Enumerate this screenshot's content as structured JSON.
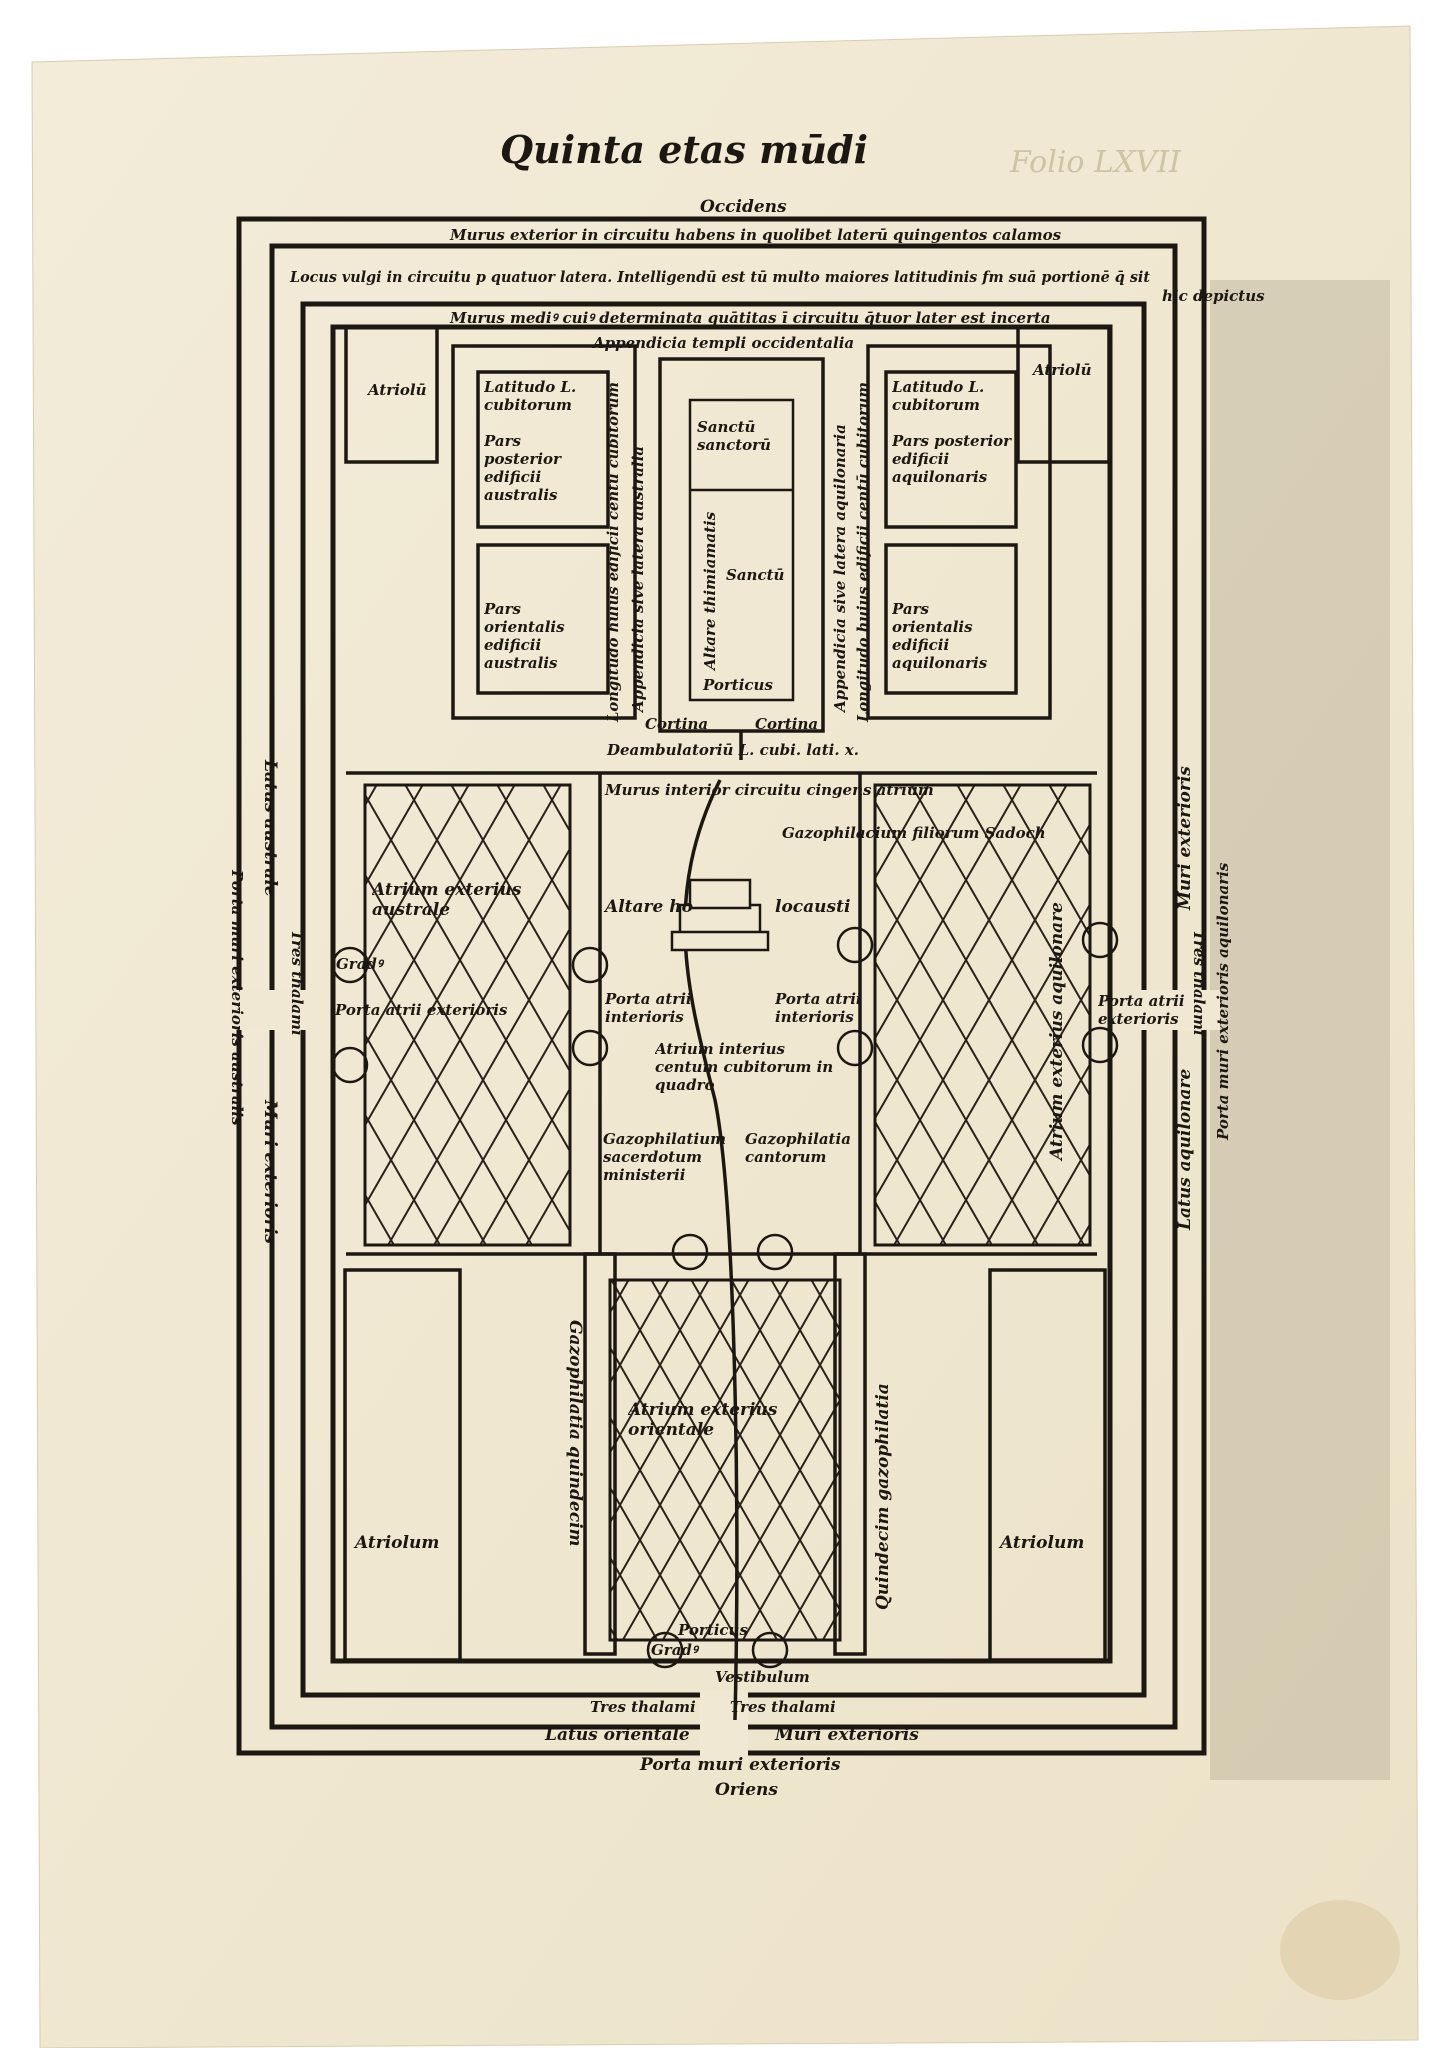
{
  "page": {
    "title": "Quinta etas mūdi",
    "folio_ghost": "Folio LXVII",
    "paper_color": "#f1ead6",
    "ink_color": "#1d1712",
    "rubric_color": "#b0372a"
  },
  "plan": {
    "top": {
      "west": "Occidens",
      "outer_wall": "Murus exterior in circuitu habens in quolibet laterū quingentos calamos",
      "court_of_people": "Locus vulgi in circuitu p quatuor latera.  Intelligendū est tū multo maiores latitudinis fm suā portionē q̄ sit",
      "court_of_people_2": "hic depictus",
      "middle_wall": "Murus mediꝰ cuiꝰ determinata quātitas ī circuitu q̄tuor later est incerta",
      "west_annex": "Appendicia templi occidentalia"
    },
    "temple": {
      "atriolum_nw": "Atriolū",
      "atriolum_ne": "Atriolū",
      "latitude_s": "Latitudo L. cubitorum",
      "latitude_n": "Latitudo L. cubitorum",
      "rear_s": "Pars posterior edificii australis",
      "rear_n": "Pars posterior edificii aquilonaris",
      "east_s": "Pars orientalis edificii australis",
      "east_n": "Pars orientalis edificii aquilonaris",
      "length_s": "Longitudo huius edificii centū cubitorum",
      "annex_s": "Appendicia sive latera australia",
      "annex_n": "Appendicia sive latera aquilonaria",
      "length_n": "Longitudo huius edificii centū cubitorum",
      "holy_of_holies": "Sanctū sanctorū",
      "holy": "Sanctū",
      "altar_incense": "Altare thimiamatis",
      "porch": "Porticus",
      "curtain_left": "Cortina",
      "curtain_right": "Cortina",
      "walkway": "Deambulatoriū L. cubi. lati. x."
    },
    "inner_court": {
      "inner_wall": "Murus interior circuitu cingens atrium",
      "treasury_sadoc": "Gazophilacium filiorum Sadoch",
      "altar_left": "Altare ho",
      "altar_right": "locausti",
      "gate_inner_left": "Porta atrii interioris",
      "gate_inner_right": "Porta atrii interioris",
      "inner_atrium": "Atrium interius centum cubitorum in quadro",
      "treasury_priests": "Gazophilatium sacerdotum ministerii",
      "treasury_singers": "Gazophilatia cantorum"
    },
    "outer_courts": {
      "south": "Atrium exterius australe",
      "north": "Atrium exterius aquilonare",
      "east": "Atrium exterius orientale",
      "gate_outer_south": "Porta atrii exterioris",
      "gate_outer_north": "Porta atrii exterioris",
      "treasuries_15_left": "Gazophilatia quindecim",
      "treasuries_15_right": "Quindecim gazophilatia",
      "atriolum_sw": "Atriolum",
      "atriolum_se": "Atriolum"
    },
    "gates": {
      "step": "Gradꝰ",
      "vestibule": "Vestibulum",
      "porch": "Porticus",
      "three_chambers": "Tres thalami"
    },
    "sides": {
      "south_side": "Latus australe",
      "south_gate": "Porta muri exterioris australis",
      "south_wall": "Muri exterioris",
      "north_side": "Latus aquilonare",
      "north_gate": "Porta muri exterioris aquilonaris",
      "north_wall": "Muri exterioris"
    },
    "bottom": {
      "east_side": "Latus orientale",
      "east_wall": "Muri exterioris",
      "east_gate": "Porta muri exterioris",
      "east": "Oriens"
    }
  }
}
